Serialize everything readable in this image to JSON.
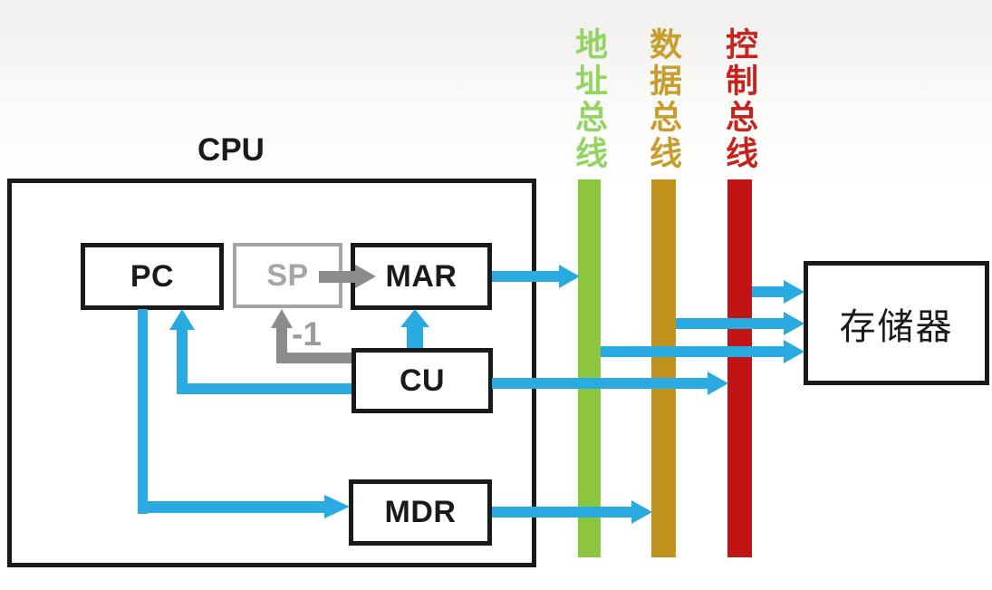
{
  "colors": {
    "ink": "#1a1a1a",
    "blue": "#29abe2",
    "grayArrow": "#8c8c8c",
    "spGray": "#a5a5a5",
    "minusGray": "#9b9b9b",
    "addressBus": "#8cc63f",
    "addressBusText": "#92d361",
    "dataBus": "#c1921c",
    "dataBusText": "#c79e2d",
    "controlBus": "#c11414",
    "controlBusText": "#c5241c"
  },
  "cpu": {
    "label": "CPU",
    "registers": {
      "pc": "PC",
      "sp": "SP",
      "mar": "MAR",
      "cu": "CU",
      "mdr": "MDR"
    },
    "sp_decrement_label": "-1"
  },
  "memory": {
    "label": "存储器"
  },
  "buses": [
    {
      "id": "address-bus",
      "label": "地址总线",
      "color": "#8cc63f"
    },
    {
      "id": "data-bus",
      "label": "数据总线",
      "color": "#c1921c"
    },
    {
      "id": "control-bus",
      "label": "控制总线",
      "color": "#c11414"
    }
  ],
  "connections": [
    {
      "from": "PC",
      "to": "MDR",
      "style": "blue-arrow"
    },
    {
      "from": "CU",
      "to": "PC",
      "style": "blue-arrow"
    },
    {
      "from": "CU",
      "to": "MAR",
      "style": "blue-arrow"
    },
    {
      "from": "SP",
      "to": "MAR",
      "style": "gray-arrow"
    },
    {
      "from": "CU",
      "to": "SP",
      "style": "gray-arrow",
      "label": "-1"
    },
    {
      "from": "MAR",
      "to": "地址总线",
      "style": "blue-arrow"
    },
    {
      "from": "MDR",
      "to": "数据总线",
      "style": "blue-arrow"
    },
    {
      "from": "CU",
      "to": "控制总线",
      "style": "blue-arrow"
    },
    {
      "from": "地址总线",
      "to": "存储器",
      "style": "blue-arrow"
    },
    {
      "from": "数据总线",
      "to": "存储器",
      "style": "blue-arrow"
    },
    {
      "from": "控制总线",
      "to": "存储器",
      "style": "blue-arrow"
    }
  ]
}
